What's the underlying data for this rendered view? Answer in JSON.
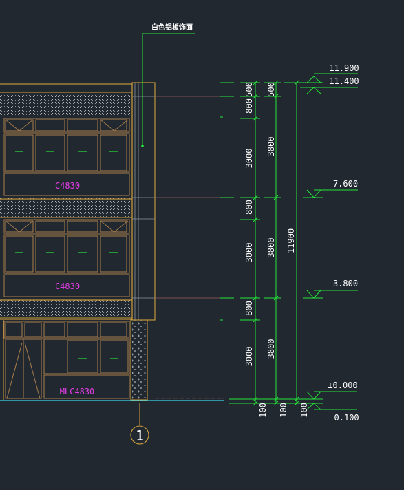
{
  "colors": {
    "background": "#212830",
    "outline": "#d2a13c",
    "frame": "#a0784a",
    "dimension": "#25e53a",
    "text": "#ffffff",
    "window_label": "#e23ee6",
    "level_line": "#9a5c5c",
    "ground": "#3ad6ea",
    "hatch": "#b4b9bf"
  },
  "annotation": {
    "leader_text": "白色铝板饰面"
  },
  "window_labels": [
    "C4830",
    "C4830",
    "MLC4830"
  ],
  "axis_bubble": {
    "label": "1"
  },
  "elevations": [
    "11.900",
    "11.400",
    "7.600",
    "3.800",
    "±0.000",
    "-0.100"
  ],
  "dimensions": {
    "chain_inner": [
      "500",
      "800",
      "3000",
      "800",
      "3000",
      "800",
      "3000",
      "100"
    ],
    "chain_floor": [
      "500",
      "3800",
      "3800",
      "3800",
      "100"
    ],
    "chain_total": [
      "11900",
      "100"
    ]
  }
}
